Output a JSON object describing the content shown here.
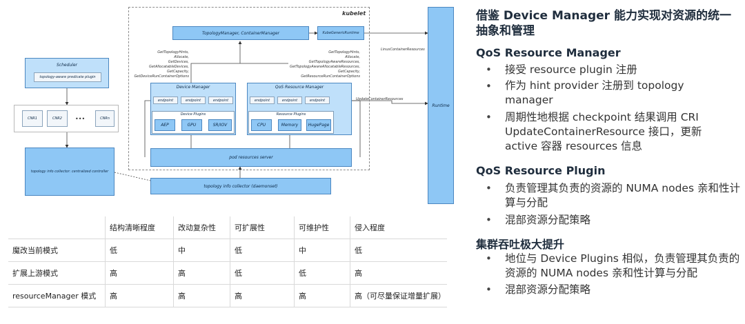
{
  "diagram": {
    "kubelet": "kubelet",
    "topology_manager": "TopologyManager, ContainerManager",
    "kube_generic_runtime": "KubeGenericRuntime",
    "runtime": "Runtime",
    "linux_container_resources": "LinuxContainerResources",
    "update_container_resources": "UpdateContainerResources",
    "scheduler": "Scheduler",
    "scheduler_plugin": "topology-aware predicate plugin",
    "cnr1": "CNR1",
    "cnr2": "CNR2",
    "cnr_dots": "•••",
    "cnrn": "CNRn",
    "topology_info_collector_central": "topology info collector: centralized controller",
    "pod_resources_server": "pod resources server",
    "topology_info_collector_daemonset": "topology info collector (daemonset)",
    "device_manager": "Device Manager",
    "qos_resource_manager": "QoS Resource Manager",
    "endpoint": "endpoint",
    "device_plugins": "Device Plugins",
    "resource_plugins": "Resource Plugins",
    "aep": "AEP",
    "gpu": "GPU",
    "sriov": "SR/IOV",
    "cpu": "CPU",
    "memory": "Memory",
    "hugepage": "HugePage",
    "left_calls": [
      "GetTopologyHints,",
      "Allocate,",
      "GetDevices,",
      "GetAllocatableDevices,",
      "GetCapacity,",
      "GetDeviceRunContainerOptions"
    ],
    "right_calls": [
      "GetTopologyHints,",
      "Allocate,",
      "GetTopologyAwareResources,",
      "GetTopologyAwareAllocatableResources,",
      "GetCapacity,",
      "GetResourceRunContainerOptions"
    ]
  },
  "table": {
    "headers": [
      "",
      "结构清晰程度",
      "改动复杂性",
      "可扩展性",
      "可维护性",
      "侵入程度"
    ],
    "rows": [
      [
        "魔改当前模式",
        "低",
        "中",
        "低",
        "中",
        "低"
      ],
      [
        "扩展上游模式",
        "高",
        "高",
        "低",
        "低",
        "高"
      ],
      [
        "resourceManager 模式",
        "高",
        "高",
        "高",
        "高",
        "高（可尽量保证增量扩展）"
      ]
    ]
  },
  "right": {
    "title": "借鉴 Device Manager 能力实现对资源的统一抽象和管理",
    "s1_title": "QoS Resource Manager",
    "s1_items": [
      "接受 resource plugin 注册",
      "作为 hint provider 注册到 topology manager",
      "周期性地根据 checkpoint 结果调用 CRI UpdateContainerResource 接口，更新 active 容器 resources 信息"
    ],
    "s2_title": "QoS Resource Plugin",
    "s2_items": [
      "负责管理其负责的资源的 NUMA nodes 亲和性计算与分配",
      "混部资源分配策略"
    ],
    "s3_title": "集群吞吐极大提升",
    "s3_items": [
      "地位与 Device Plugins 相似，负责管理其负责的资源的 NUMA nodes 亲和性计算与分配",
      "混部资源分配策略"
    ]
  }
}
